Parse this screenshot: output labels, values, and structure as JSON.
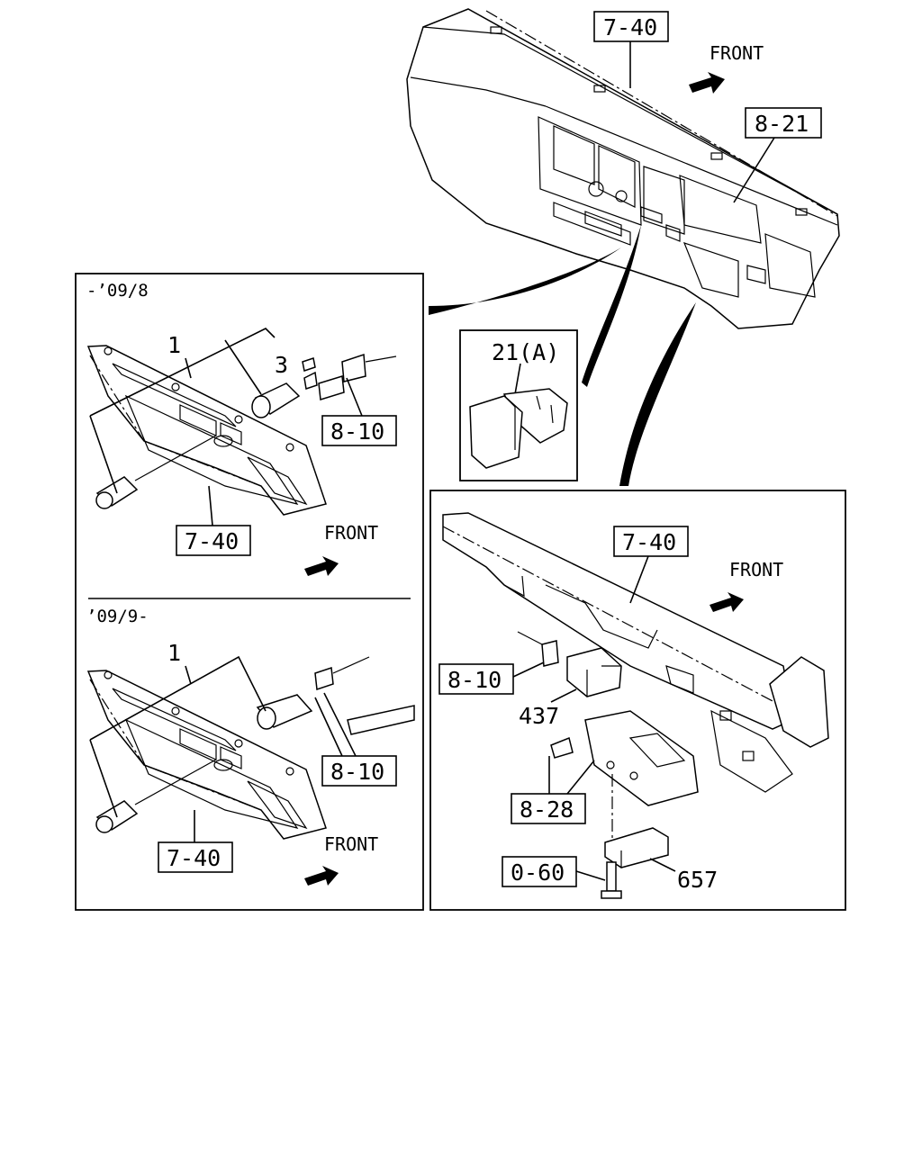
{
  "labels": {
    "top_7_40": "7-40",
    "top_front": "FRONT",
    "top_8_21": "8-21",
    "left_era1": "-’09/8",
    "left1_part1": "1",
    "left1_part3": "3",
    "left1_8_10": "8-10",
    "left1_7_40": "7-40",
    "left1_front": "FRONT",
    "left_era2": "’09/9-",
    "left2_part1": "1",
    "left2_8_10": "8-10",
    "left2_7_40": "7-40",
    "left2_front": "FRONT",
    "mid_21a": "21(A)",
    "right_7_40": "7-40",
    "right_front": "FRONT",
    "right_8_10": "8-10",
    "right_437": "437",
    "right_8_28": "8-28",
    "right_0_60": "0-60",
    "right_657": "657"
  }
}
